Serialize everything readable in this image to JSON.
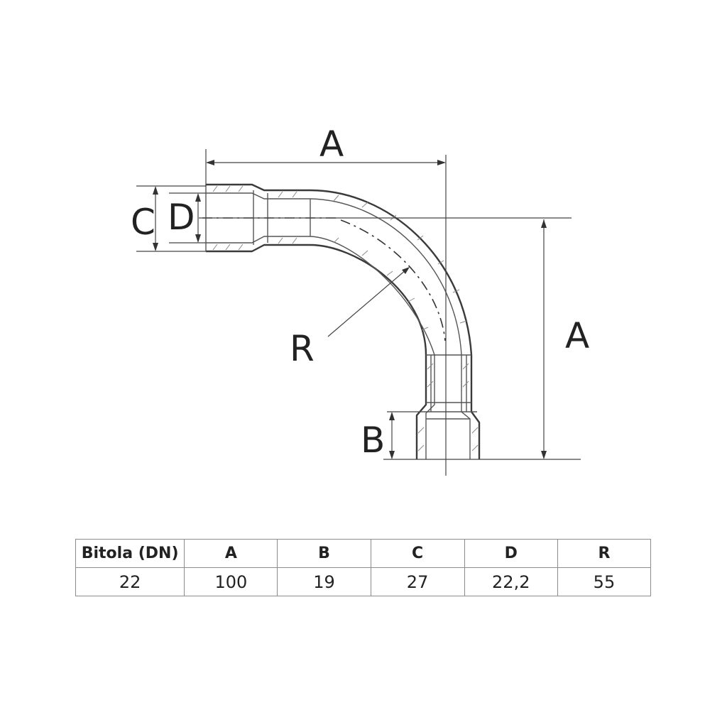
{
  "diagram": {
    "labels": {
      "a_top": "A",
      "a_side": "A",
      "c": "C",
      "d": "D",
      "r": "R",
      "b": "B"
    }
  },
  "table": {
    "headers": [
      "Bitola (DN)",
      "A",
      "B",
      "C",
      "D",
      "R"
    ],
    "rows": [
      [
        "22",
        "100",
        "19",
        "27",
        "22,2",
        "55"
      ]
    ]
  }
}
